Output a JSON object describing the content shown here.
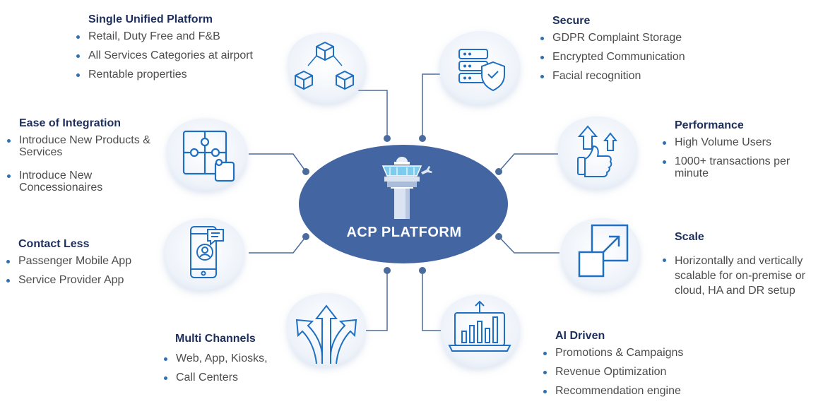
{
  "hub": {
    "title": "ACP PLATFORM"
  },
  "colors": {
    "hub_fill": "#4366a3",
    "icon_blue": "#1f6fc2",
    "line": "#4a6b9b",
    "title": "#1d2f5c",
    "text": "#4d4d4d"
  },
  "features": [
    {
      "id": "single-unified-platform",
      "title": "Single Unified Platform",
      "icon": "cubes-icon",
      "items": [
        "Retail, Duty Free and F&B",
        "All Services Categories at airport",
        "Rentable properties"
      ]
    },
    {
      "id": "secure",
      "title": "Secure",
      "icon": "server-shield-icon",
      "items": [
        "GDPR Complaint Storage",
        "Encrypted Communication",
        "Facial recognition"
      ]
    },
    {
      "id": "ease-of-integration",
      "title": "Ease of Integration",
      "icon": "puzzle-icon",
      "items": [
        "Introduce New Products & Services",
        "Introduce New Concessionaires"
      ]
    },
    {
      "id": "performance",
      "title": "Performance",
      "icon": "thumbs-up-arrows-icon",
      "items": [
        "High Volume Users",
        "1000+ transactions per minute"
      ]
    },
    {
      "id": "contact-less",
      "title": "Contact Less",
      "icon": "mobile-user-icon",
      "items": [
        "Passenger Mobile App",
        "Service Provider App"
      ]
    },
    {
      "id": "scale",
      "title": "Scale",
      "icon": "expand-icon",
      "items": [
        "Horizontally and vertically scalable for on-premise or cloud, HA and DR  setup"
      ]
    },
    {
      "id": "multi-channels",
      "title": "Multi Channels",
      "icon": "split-arrows-icon",
      "items": [
        "Web, App, Kiosks,",
        "Call Centers"
      ]
    },
    {
      "id": "ai-driven",
      "title": "AI Driven",
      "icon": "laptop-chart-icon",
      "items": [
        "Promotions & Campaigns",
        "Revenue Optimization",
        "Recommendation engine"
      ]
    }
  ]
}
